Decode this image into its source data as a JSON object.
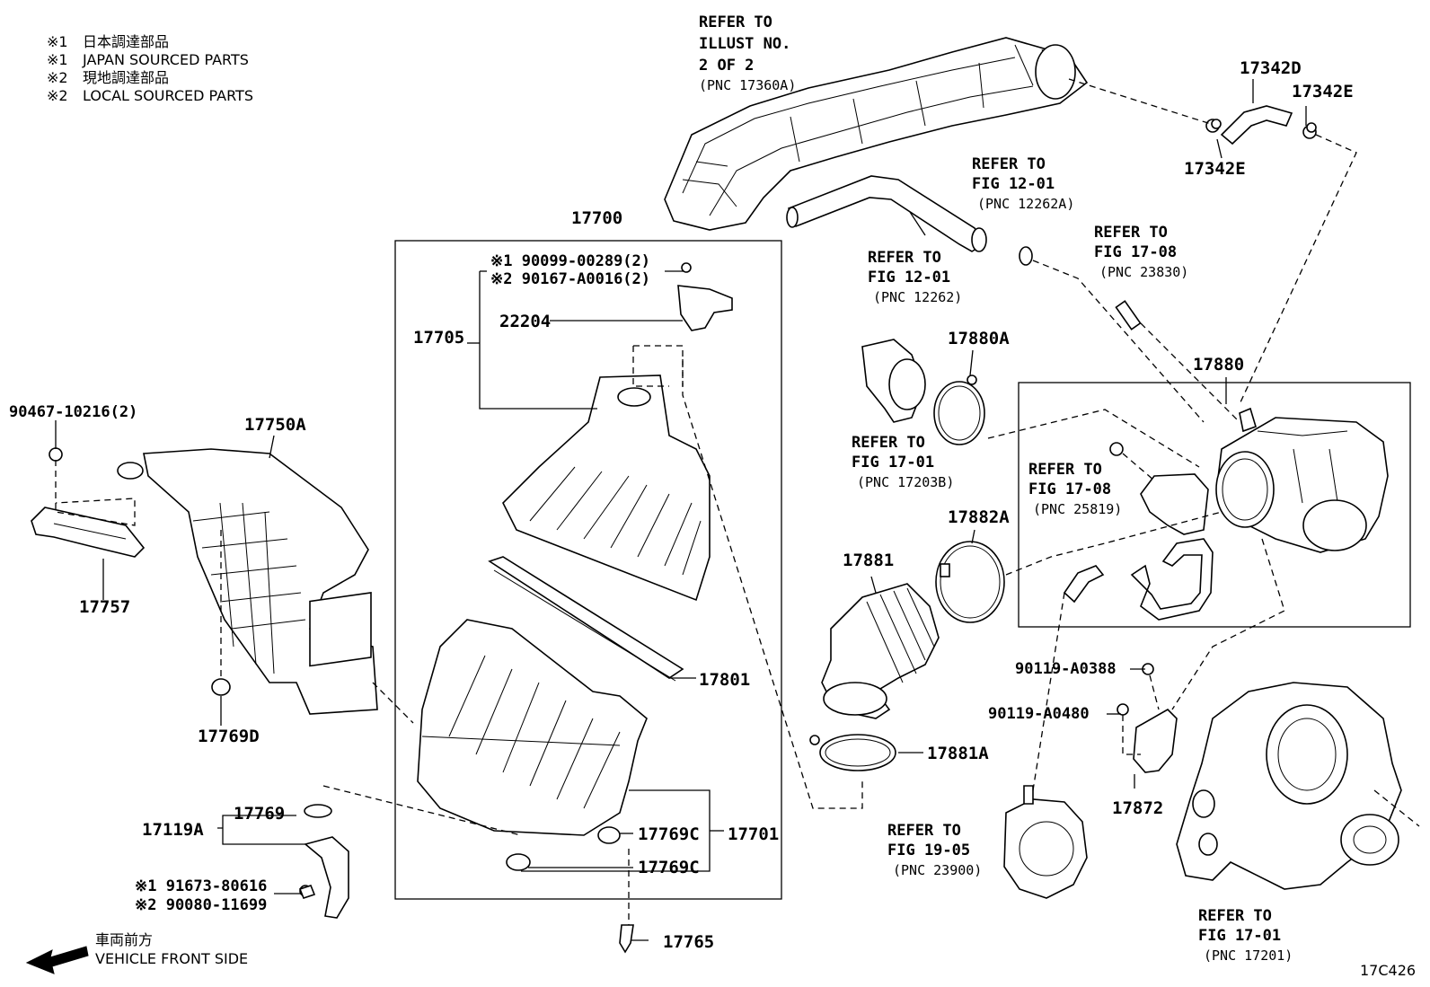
{
  "notes": [
    {
      "mark": "※1",
      "text": "日本調達部品"
    },
    {
      "mark": "※1",
      "text": "JAPAN SOURCED PARTS"
    },
    {
      "mark": "※2",
      "text": "現地調達部品"
    },
    {
      "mark": "※2",
      "text": "LOCAL SOURCED PARTS"
    }
  ],
  "direction": {
    "jp": "車両前方",
    "en": "VEHICLE FRONT SIDE"
  },
  "figure_code": "17C426",
  "parts": {
    "p17700": "17700",
    "p17705": "17705",
    "p22204": "22204",
    "p17801": "17801",
    "p17701": "17701",
    "p17769c_a": "17769C",
    "p17769c_b": "17769C",
    "p17765": "17765",
    "p17750a": "17750A",
    "p17757": "17757",
    "p17769d": "17769D",
    "p90467": "90467-10216(2)",
    "p17119a": "17119A",
    "p17769": "17769",
    "p91673": "※1 91673-80616",
    "p90080": "※2 90080-11699",
    "p90099": "※1 90099-00289(2)",
    "p90167": "※2 90167-A0016(2)",
    "p17342d": "17342D",
    "p17342e_a": "17342E",
    "p17342e_b": "17342E",
    "p17880": "17880",
    "p17880a": "17880A",
    "p17881": "17881",
    "p17882a": "17882A",
    "p17881a": "17881A",
    "p90119a": "90119-A0388",
    "p90119b": "90119-A0480",
    "p17872": "17872"
  },
  "refs": [
    {
      "lines": [
        "REFER TO",
        "ILLUST NO.",
        "2 OF 2"
      ],
      "pnc": "(PNC 17360A)"
    },
    {
      "lines": [
        "REFER TO",
        "FIG 12-01"
      ],
      "pnc": "(PNC 12262A)"
    },
    {
      "lines": [
        "REFER TO",
        "FIG 12-01"
      ],
      "pnc": "(PNC 12262)"
    },
    {
      "lines": [
        "REFER TO",
        "FIG 17-08"
      ],
      "pnc": "(PNC 23830)"
    },
    {
      "lines": [
        "REFER TO",
        "FIG 17-01"
      ],
      "pnc": "(PNC 17203B)"
    },
    {
      "lines": [
        "REFER TO",
        "FIG 17-08"
      ],
      "pnc": "(PNC 25819)"
    },
    {
      "lines": [
        "REFER TO",
        "FIG 19-05"
      ],
      "pnc": "(PNC 23900)"
    },
    {
      "lines": [
        "REFER TO",
        "FIG 17-01"
      ],
      "pnc": "(PNC 17201)"
    }
  ]
}
